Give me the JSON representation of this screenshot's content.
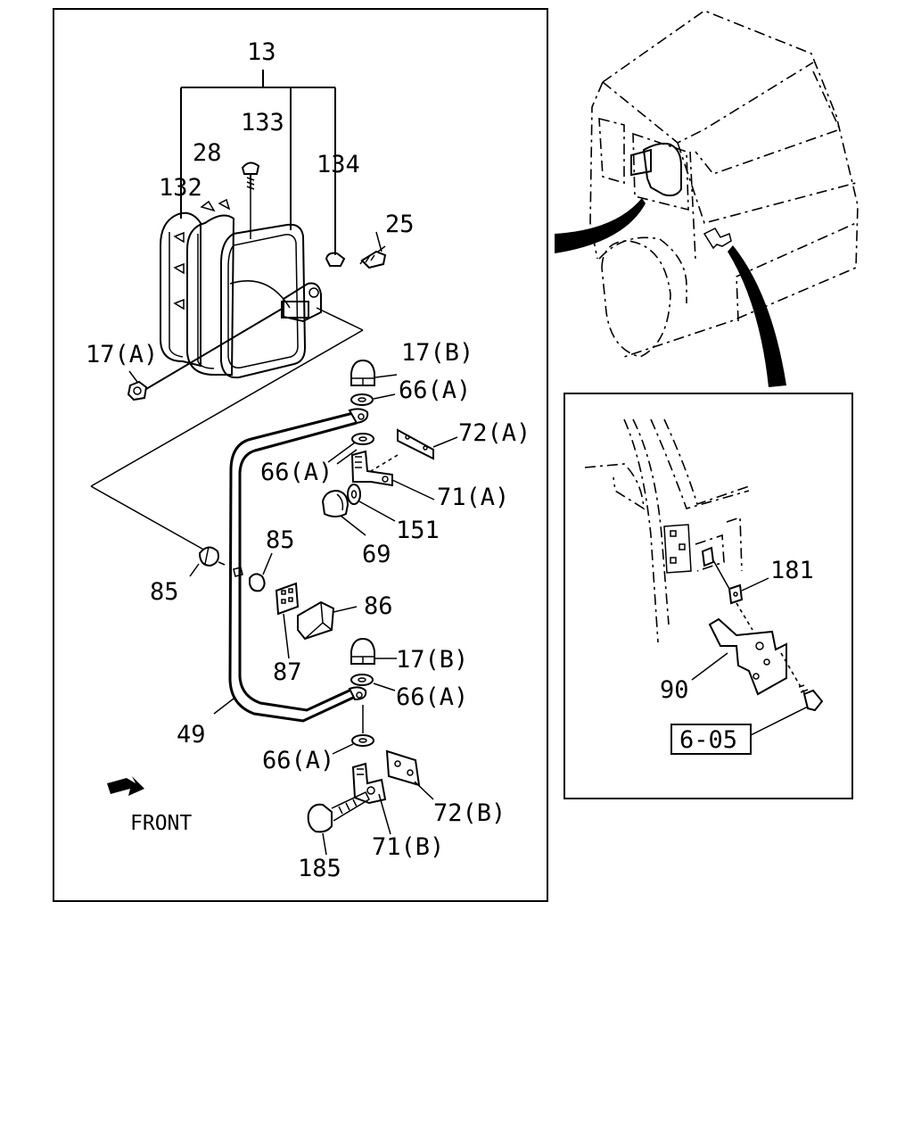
{
  "labels": {
    "l13": "13",
    "l133": "133",
    "l28": "28",
    "l134": "134",
    "l132": "132",
    "l25": "25",
    "l17a": "17(A)",
    "l17b_top": "17(B)",
    "l66a_1": "66(A)",
    "l72a": "72(A)",
    "l66a_2": "66(A)",
    "l71a": "71(A)",
    "l151": "151",
    "l69": "69",
    "l85_right": "85",
    "l85_left": "85",
    "l86": "86",
    "l87": "87",
    "l17b_bottom": "17(B)",
    "l66a_3": "66(A)",
    "l49": "49",
    "l66a_4": "66(A)",
    "l72b": "72(B)",
    "front": "FRONT",
    "l71b": "71(B)",
    "l185": "185",
    "l181": "181",
    "l90": "90",
    "ref605": "6-05"
  }
}
